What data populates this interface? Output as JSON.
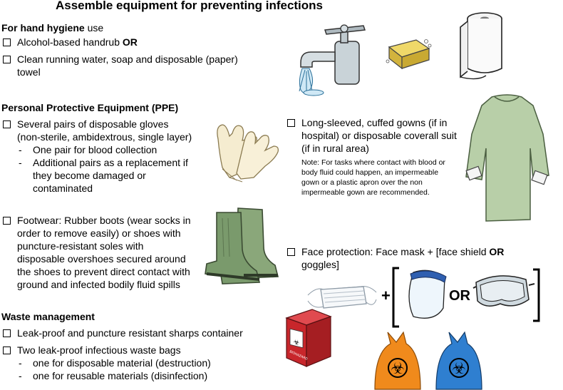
{
  "title": "Assemble equipment for preventing infections",
  "hand_hygiene": {
    "heading_bold": "For hand hygiene",
    "heading_rest": " use",
    "item1": "Alcohol-based handrub",
    "item1_bold": "OR",
    "item2_line1": "Clean running water, soap and disposable (paper)",
    "item2_line2": "towel"
  },
  "ppe": {
    "heading": "Personal Protective Equipment (PPE)",
    "gloves_line1": "Several pairs of disposable gloves",
    "gloves_line2": "(non-sterile, ambidextrous, single layer)",
    "sub1": "One pair for blood collection",
    "sub2_line1": "Additional pairs as a replacement if",
    "sub2_line2": "they become damaged or",
    "sub2_line3": "contaminated",
    "gown_line1": "Long-sleeved, cuffed gowns (if in",
    "gown_line2": "hospital) or disposable coverall suit",
    "gown_line3": "(if in rural area)",
    "note_line1": "Note: For tasks where contact with blood or",
    "note_line2": "body fluid could happen, an impermeable",
    "note_line3": "gown or a plastic apron over the non",
    "note_line4": "impermeable gown are recommended.",
    "foot_line1": "Footwear: Rubber boots (wear socks in",
    "foot_line2": "order to remove easily) or shoes with",
    "foot_line3": "puncture-resistant soles with",
    "foot_line4": "disposable overshoes secured around",
    "foot_line5": "the shoes to prevent direct contact with",
    "foot_line6": "ground and infected bodily fluid spills",
    "face_line1_a": "Face protection: Face mask + [face shield",
    "face_line1_b": "OR",
    "face_line2": "goggles]",
    "plus": "+",
    "or": "OR"
  },
  "waste": {
    "heading": "Waste management",
    "item1": "Leak-proof and puncture resistant sharps container",
    "item2": "Two leak-proof infectious waste bags",
    "sub1": "one for disposable material (destruction)",
    "sub2": "one for reusable materials (disinfection)",
    "container_label": "BIOHAZARD"
  },
  "colors": {
    "sharps_red": "#c8262b",
    "bag_orange": "#f08a1c",
    "bag_blue": "#2f7fd0",
    "gown_green": "#b8cfa8",
    "boot_green": "#7a9a6c",
    "soap_yellow": "#e2c64a"
  },
  "icons": [
    "faucet-icon",
    "soap-icon",
    "paper-towel-icon",
    "gloves-icon",
    "gown-icon",
    "boots-icon",
    "face-mask-icon",
    "face-shield-icon",
    "goggles-icon",
    "sharps-container-icon",
    "orange-biohazard-bag-icon",
    "blue-biohazard-bag-icon"
  ]
}
